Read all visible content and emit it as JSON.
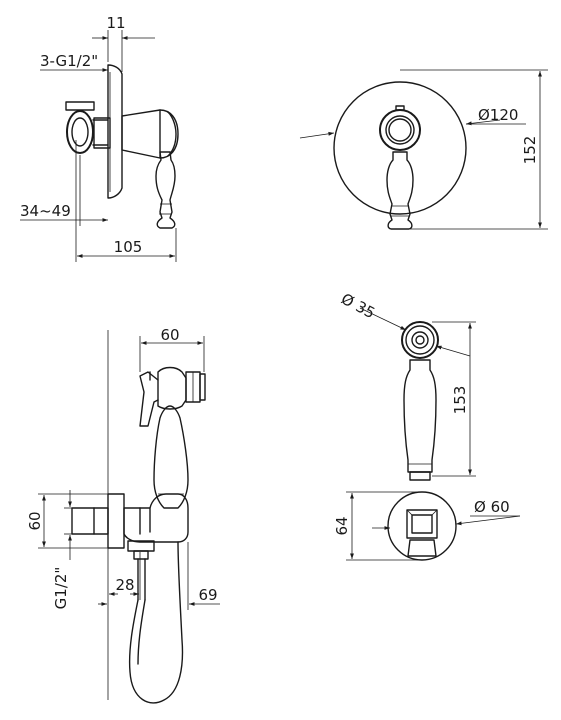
{
  "dimensions": {
    "side_wall_thickness": "11",
    "side_connection": "3-G1/2\"",
    "side_depth_range": "34~49",
    "side_total_depth": "105",
    "front_plate_diameter": "Ø120",
    "front_height": "152",
    "hose_holder_width": "60",
    "holder_height": "60",
    "holder_thread": "G1/2\"",
    "holder_offset": "28",
    "holder_depth": "69",
    "handshower_head_diameter": "Ø 35",
    "handshower_length": "153",
    "holder_height_front": "64",
    "holder_diameter": "Ø 60"
  }
}
